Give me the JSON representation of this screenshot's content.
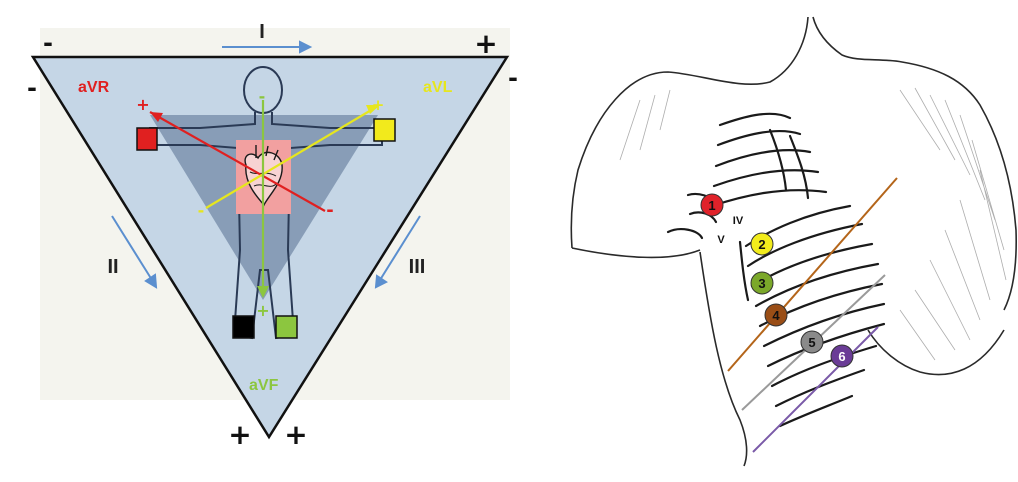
{
  "einthoven": {
    "corner_signs": {
      "top_left_lead1": "-",
      "top_left_lead2": "-",
      "top_right_lead1": "+",
      "top_right_lead3": "-",
      "bottom_left": "+",
      "bottom_right": "+"
    },
    "leads": [
      {
        "id": "I",
        "label": "I"
      },
      {
        "id": "II",
        "label": "II"
      },
      {
        "id": "III",
        "label": "III"
      }
    ],
    "augmented_leads": [
      {
        "id": "aVR",
        "label": "aVR",
        "color": "#e02020",
        "pos_sign": "+",
        "neg_sign": "-"
      },
      {
        "id": "aVL",
        "label": "aVL",
        "color": "#e6e61e",
        "pos_sign": "+",
        "neg_sign": "-"
      },
      {
        "id": "aVF",
        "label": "aVF",
        "color": "#8cc63f",
        "pos_sign": "+",
        "neg_sign": "-"
      }
    ],
    "electrodes": [
      {
        "name": "right-arm",
        "color": "#e02020"
      },
      {
        "name": "left-arm",
        "color": "#f2ea1c"
      },
      {
        "name": "right-leg",
        "color": "#000000"
      },
      {
        "name": "left-leg",
        "color": "#8cc63f"
      }
    ],
    "colors": {
      "triangle_fill": "#c5d6e6",
      "inner_triangle": "#7d93ae",
      "arrow": "#5b8fcf",
      "heart_box": "#f2a0a0"
    }
  },
  "precordial": {
    "rib_labels": [
      {
        "id": "IV",
        "label": "IV"
      },
      {
        "id": "V",
        "label": "V"
      }
    ],
    "electrodes": [
      {
        "label": "1",
        "color": "#e0222a"
      },
      {
        "label": "2",
        "color": "#f2ec1c"
      },
      {
        "label": "3",
        "color": "#7ba82a"
      },
      {
        "label": "4",
        "color": "#9a4e16"
      },
      {
        "label": "5",
        "color": "#8a8a8a"
      },
      {
        "label": "6",
        "color": "#6a3c96"
      }
    ],
    "line_colors": {
      "midclavicular": "#b4651a",
      "anterior_axillary": "#9a9a9a",
      "mid_axillary": "#7a5aa8"
    }
  }
}
